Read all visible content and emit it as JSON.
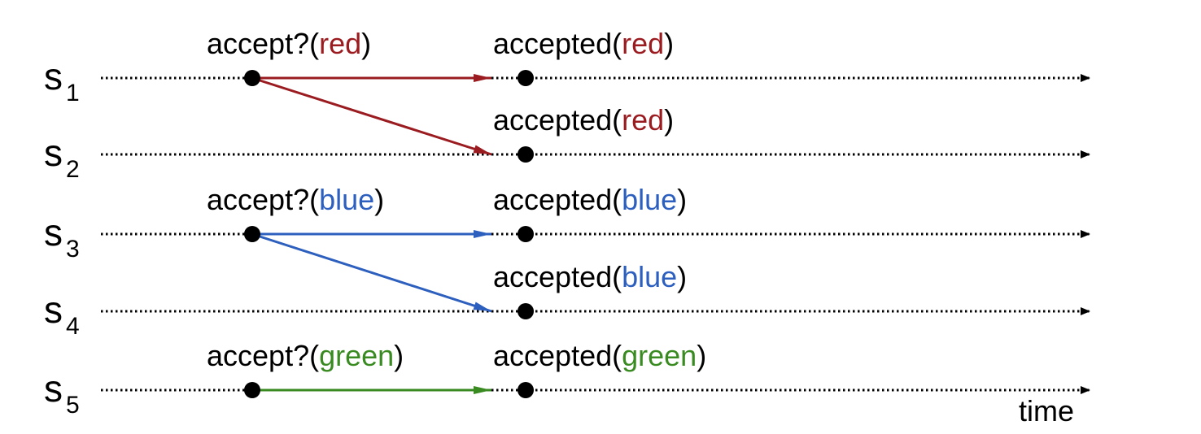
{
  "colors": {
    "red": "#9b1c20",
    "blue": "#2d5fbe",
    "green": "#3a8a22",
    "line": "#000000"
  },
  "time_label": "time",
  "servers": [
    {
      "letter": "s",
      "index": "1"
    },
    {
      "letter": "s",
      "index": "2"
    },
    {
      "letter": "s",
      "index": "3"
    },
    {
      "letter": "s",
      "index": "4"
    },
    {
      "letter": "s",
      "index": "5"
    }
  ],
  "proposals": [
    {
      "server": 0,
      "prefix": "accept?(",
      "value": "red",
      "suffix": ")",
      "color": "red",
      "targets": [
        0,
        1
      ]
    },
    {
      "server": 2,
      "prefix": "accept?(",
      "value": "blue",
      "suffix": ")",
      "color": "blue",
      "targets": [
        2,
        3
      ]
    },
    {
      "server": 4,
      "prefix": "accept?(",
      "value": "green",
      "suffix": ")",
      "color": "green",
      "targets": [
        4
      ]
    }
  ],
  "acceptances": [
    {
      "server": 0,
      "prefix": "accepted(",
      "value": "red",
      "suffix": ")",
      "color": "red"
    },
    {
      "server": 1,
      "prefix": "accepted(",
      "value": "red",
      "suffix": ")",
      "color": "red"
    },
    {
      "server": 2,
      "prefix": "accepted(",
      "value": "blue",
      "suffix": ")",
      "color": "blue"
    },
    {
      "server": 3,
      "prefix": "accepted(",
      "value": "blue",
      "suffix": ")",
      "color": "blue"
    },
    {
      "server": 4,
      "prefix": "accepted(",
      "value": "green",
      "suffix": ")",
      "color": "green"
    }
  ]
}
